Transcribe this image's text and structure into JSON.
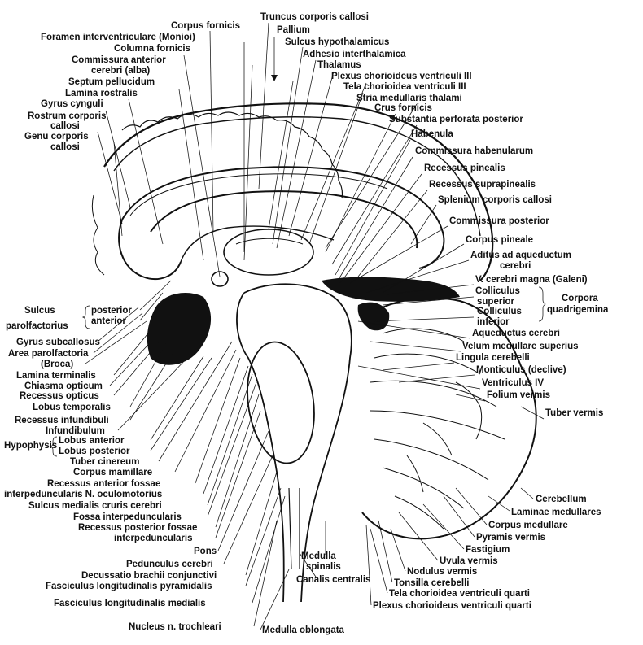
{
  "labels": {
    "corpus_fornicis": "Corpus fornicis",
    "truncus_corporis_callosi": "Truncus corporis callosi",
    "pallium": "Pallium",
    "foramen_interventriculare": "Foramen interventriculare (Monioi)",
    "sulcus_hypothalamicus": "Sulcus hypothalamicus",
    "columna_fornicis": "Columna fornicis",
    "adhesio_interthalamica": "Adhesio interthalamica",
    "commissura_anterior": "Commissura anterior",
    "thalamus": "Thalamus",
    "cerebri_alba": "cerebri (alba)",
    "plexus_chorioideus_ventriculi_iii": "Plexus chorioideus ventriculi III",
    "septum_pellucidum": "Septum pellucidum",
    "tela_chorioidea_ventriculi_iii": "Tela chorioidea ventriculi III",
    "lamina_rostralis": "Lamina rostralis",
    "stria_medullaris_thalami": "Stria medullaris thalami",
    "gyrus_cynguli": "Gyrus cynguli",
    "crus_fornicis": "Crus fornicis",
    "rostrum_corporis": "Rostrum corporis",
    "substantia_perforata_posterior": "Substantia perforata posterior",
    "rostrum_callosi": "callosi",
    "habenula": "Habenula",
    "genu_corporis": "Genu corporis",
    "genu_callosi": "callosi",
    "commissura_habenularum": "Commissura habenularum",
    "recessus_pinealis": "Recessus pinealis",
    "recessus_suprapinealis": "Recessus suprapinealis",
    "splenium_corporis_callosi": "Splenium corporis callosi",
    "commissura_posterior": "Commissura posterior",
    "corpus_pineale": "Corpus pineale",
    "aditus_ad_aqueductum": "Aditus ad aqueductum",
    "aditus_cerebri": "cerebri",
    "v_cerebri_magna": "V. cerebri magna (Galeni)",
    "colliculus_top": "Colliculus",
    "superior": "superior",
    "colliculus_bottom": "Colliculus",
    "inferior": "inferior",
    "corpora": "Corpora",
    "quadrigemina": "quadrigemina",
    "aqueductus_cerebri": "Aqueductus cerebri",
    "velum_medullare_superius": "Velum medullare superius",
    "lingula_cerebelli": "Lingula cerebelli",
    "monticulus": "Monticulus (declive)",
    "ventriculus_iv": "Ventriculus IV",
    "folium_vermis": "Folium vermis",
    "tuber_vermis": "Tuber vermis",
    "cerebellum": "Cerebellum",
    "laminae_medullares": "Laminae medullares",
    "corpus_medullare": "Corpus medullare",
    "pyramis_vermis": "Pyramis vermis",
    "fastigium": "Fastigium",
    "uvula_vermis": "Uvula vermis",
    "nodulus_vermis": "Nodulus vermis",
    "tonsilla_cerebelli": "Tonsilla cerebelli",
    "tela_chorioidea_ventriculi_quarti": "Tela chorioidea ventriculi quarti",
    "plexus_chorioideus_ventriculi_quarti": "Plexus chorioideus ventriculi quarti",
    "medulla": "Medulla",
    "spinalis": "spinalis",
    "canalis_centralis": "Canalis centralis",
    "medulla_oblongata": "Medulla oblongata",
    "nucleus_n_trochlearis": "Nucleus n. trochleari",
    "fasciculus_longitudinalis_medialis": "Fasciculus longitudinalis medialis",
    "fasciculus_longitudinalis_pyramidalis": "Fasciculus longitudinalis pyramidalis",
    "decussatio_brachii_conjunctivi": "Decussatio brachii conjunctivi",
    "pedunculus_cerebri": "Pedunculus cerebri",
    "pons": "Pons",
    "interpeduncularis": "interpeduncularis",
    "recessus_posterior_fossae": "Recessus posterior fossae",
    "fossa_interpeduncularis": "Fossa interpeduncularis",
    "sulcus_medialis_cruris_cerebri": "Sulcus medialis cruris cerebri",
    "interpeduncularis_n_oculomotorius": "interpeduncularis N. oculomotorius",
    "recessus_anterior_fossae": "Recessus anterior fossae",
    "corpus_mamillare": "Corpus mamillare",
    "tuber_cinereum": "Tuber cinereum",
    "lobus_posterior": "Lobus posterior",
    "lobus_anterior": "Lobus anterior",
    "hypophysis": "Hypophysis",
    "infundibulum": "Infundibulum",
    "recessus_infundibuli": "Recessus infundibuli",
    "lobus_temporalis": "Lobus temporalis",
    "recessus_opticus": "Recessus opticus",
    "chiasma_opticum": "Chiasma opticum",
    "lamina_terminalis": "Lamina terminalis",
    "broca": "(Broca)",
    "area_parolfactoria": "Area parolfactoria",
    "gyrus_subcallosus": "Gyrus subcallosus",
    "sulcus": "Sulcus",
    "parolfactorius": "parolfactorius",
    "posterior": "posterior",
    "anterior": "anterior"
  }
}
